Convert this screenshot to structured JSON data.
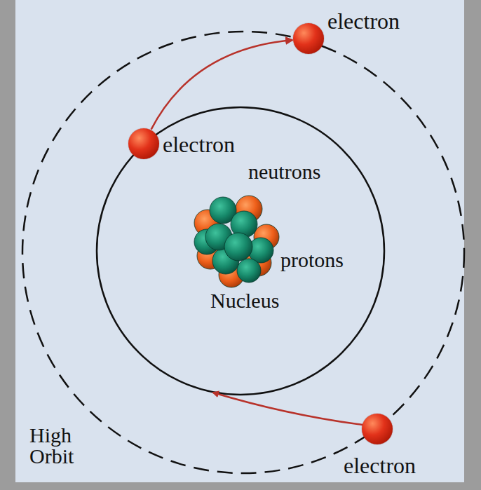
{
  "diagram": {
    "nodes": [
      {
        "text": [
          "electron"
        ]
      },
      {
        "text": [
          "electron"
        ]
      },
      {
        "text": [
          "electron"
        ]
      }
    ],
    "edges": [
      {
        "from": 1,
        "to": 0,
        "arrow": "to"
      }
    ],
    "labels": [
      "neutrons",
      "protons",
      "Nucleus",
      "High Orbit"
    ]
  }
}
